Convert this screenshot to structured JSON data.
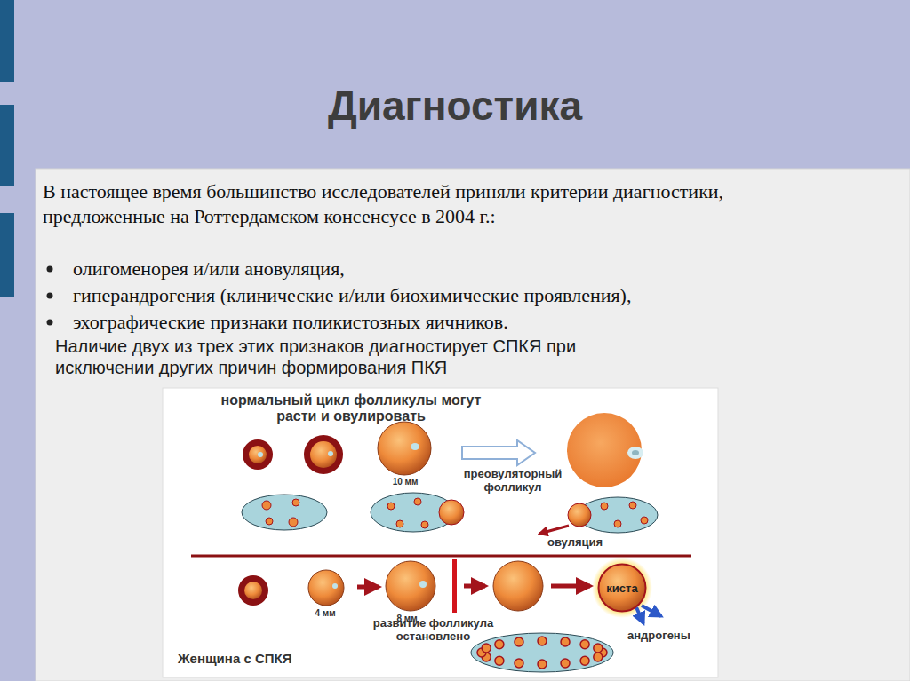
{
  "diagram": {
    "title": "Диагностика",
    "nodes": [
      {
        "text": [
          "киста"
        ]
      }
    ],
    "labels": [
      "В настоящее время большинство исследователей приняли критерии диагностики, предложенные на Роттердамском консенсусе в 2004 г.:",
      "олигоменорея и/или ановуляция,",
      "гиперандрогения (клинические и/или биохимические проявления),",
      "эхографические признаки поликистозных яичников.",
      "Наличие двух из трех этих признаков диагностирует СПКЯ при исключении других причин формирования ПКЯ",
      "нормальный цикл фолликулы могут расти и овулировать",
      "10 мм",
      "преовуляторный фолликул",
      "овуляция",
      "4 мм",
      "8 мм",
      "развитие фолликула остановлено",
      "андрогены",
      "Женщина с СПКЯ"
    ]
  }
}
